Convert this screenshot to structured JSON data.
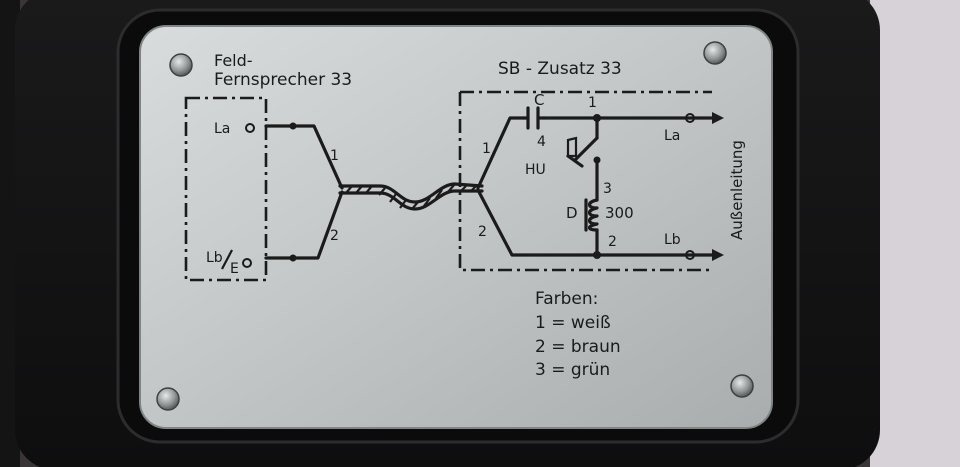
{
  "plate": {
    "left_device": {
      "line1": "Feld-",
      "line2": "Fernsprecher 33"
    },
    "right_device": {
      "title": "SB - Zusatz 33"
    },
    "terminals": {
      "la_left": "La",
      "lb_left": "Lb",
      "e_left": "E",
      "la_right": "La",
      "lb_right": "Lb"
    },
    "wire_numbers": {
      "left_top": "1",
      "left_bottom": "2",
      "right_top": "1",
      "right_bottom": "2",
      "junction_top": "1",
      "junction_bottom": "2",
      "node_3": "3",
      "node_4": "4"
    },
    "components": {
      "capacitor": "C",
      "hook": "HU",
      "choke": "D",
      "choke_value": "300"
    },
    "outside_line": "Außenleitung",
    "legend": {
      "title": "Farben:",
      "items": [
        "1 = weiß",
        "2 = braun",
        "3 = grün"
      ]
    }
  }
}
